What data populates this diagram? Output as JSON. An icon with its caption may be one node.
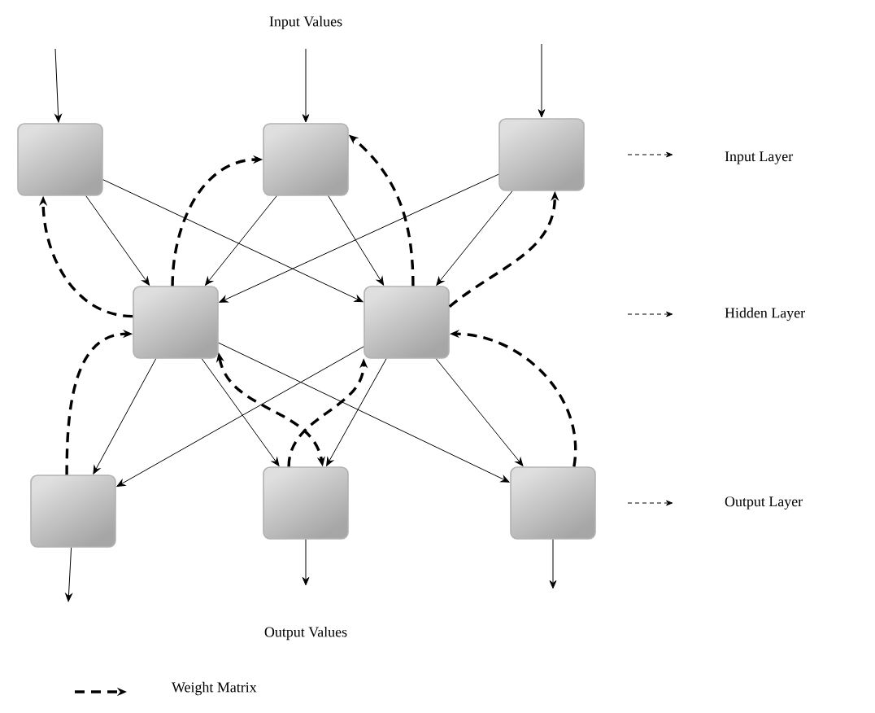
{
  "diagram": {
    "nodes": [
      {
        "text": [],
        "shape": "box"
      },
      {
        "text": [],
        "shape": "box"
      },
      {
        "text": [],
        "shape": "box"
      },
      {
        "text": [],
        "shape": "box"
      },
      {
        "text": [],
        "shape": "box"
      },
      {
        "text": [],
        "shape": "box"
      },
      {
        "text": [],
        "shape": "box"
      },
      {
        "text": [],
        "shape": "box"
      }
    ],
    "edges": [
      {
        "from": null,
        "to": 0,
        "arrow": "to"
      },
      {
        "from": null,
        "to": 1,
        "arrow": "to"
      },
      {
        "from": null,
        "to": 2,
        "arrow": "to"
      },
      {
        "from": 0,
        "to": 3,
        "arrow": "to"
      },
      {
        "from": 0,
        "to": 4,
        "arrow": "to"
      },
      {
        "from": 1,
        "to": 3,
        "arrow": "to"
      },
      {
        "from": 1,
        "to": 4,
        "arrow": "to"
      },
      {
        "from": 2,
        "to": 3,
        "arrow": "to"
      },
      {
        "from": 2,
        "to": 4,
        "arrow": "to"
      },
      {
        "from": 3,
        "to": 5,
        "arrow": "to"
      },
      {
        "from": 3,
        "to": 6,
        "arrow": "to"
      },
      {
        "from": 3,
        "to": 7,
        "arrow": "to"
      },
      {
        "from": 4,
        "to": 5,
        "arrow": "to"
      },
      {
        "from": 4,
        "to": 6,
        "arrow": "to"
      },
      {
        "from": 4,
        "to": 7,
        "arrow": "to"
      },
      {
        "from": 5,
        "to": null,
        "arrow": "to"
      },
      {
        "from": 6,
        "to": null,
        "arrow": "to"
      },
      {
        "from": 7,
        "to": null,
        "arrow": "to"
      },
      {
        "from": 3,
        "to": 0,
        "arrow": "to",
        "style": "dashed"
      },
      {
        "from": 3,
        "to": 1,
        "arrow": "to",
        "style": "dashed"
      },
      {
        "from": 4,
        "to": 1,
        "arrow": "to",
        "style": "dashed"
      },
      {
        "from": 4,
        "to": 2,
        "arrow": "to",
        "style": "dashed"
      },
      {
        "from": 5,
        "to": 3,
        "arrow": "to",
        "style": "dashed"
      },
      {
        "from": 3,
        "to": 6,
        "arrow": "both",
        "style": "dashed"
      },
      {
        "from": 6,
        "to": 4,
        "arrow": "to",
        "style": "dashed"
      },
      {
        "from": 7,
        "to": 4,
        "arrow": "to",
        "style": "dashed"
      }
    ],
    "labels": [
      "Input Values",
      "Input Layer",
      "Hidden Layer",
      "Output Layer",
      "Output Values"
    ],
    "legend": [
      {
        "text": "Weight Matrix"
      }
    ]
  }
}
